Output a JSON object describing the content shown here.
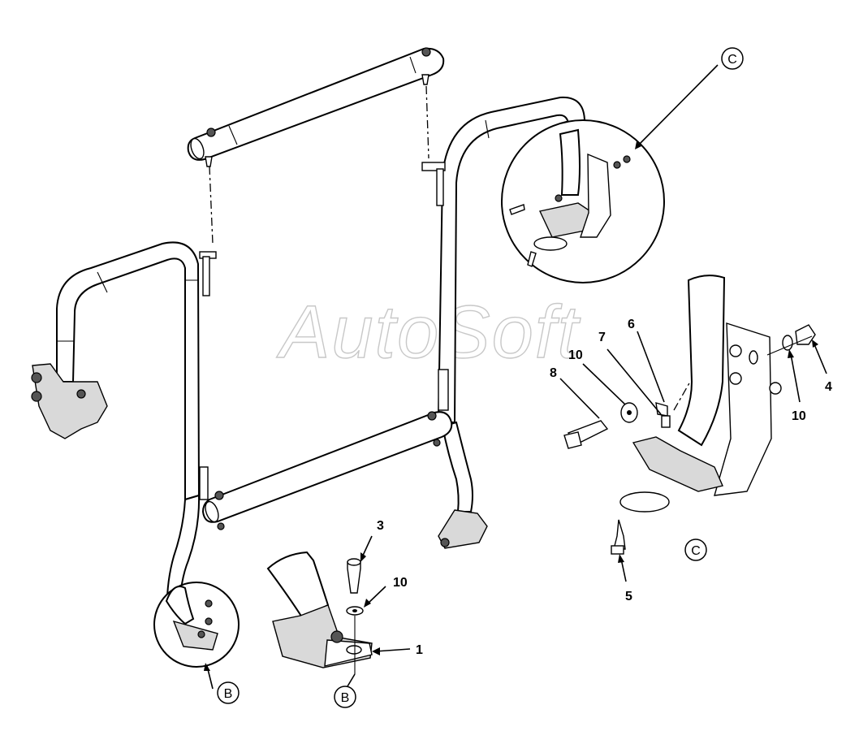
{
  "watermark": "AutoSoft",
  "callouts": {
    "c_top": "C",
    "c_bottom": "C",
    "b_left": "B",
    "b_center": "B"
  },
  "part_numbers": {
    "p1": "1",
    "p3": "3",
    "p4": "4",
    "p5": "5",
    "p6": "6",
    "p7": "7",
    "p8": "8",
    "p10a": "10",
    "p10b": "10",
    "p10c": "10"
  }
}
